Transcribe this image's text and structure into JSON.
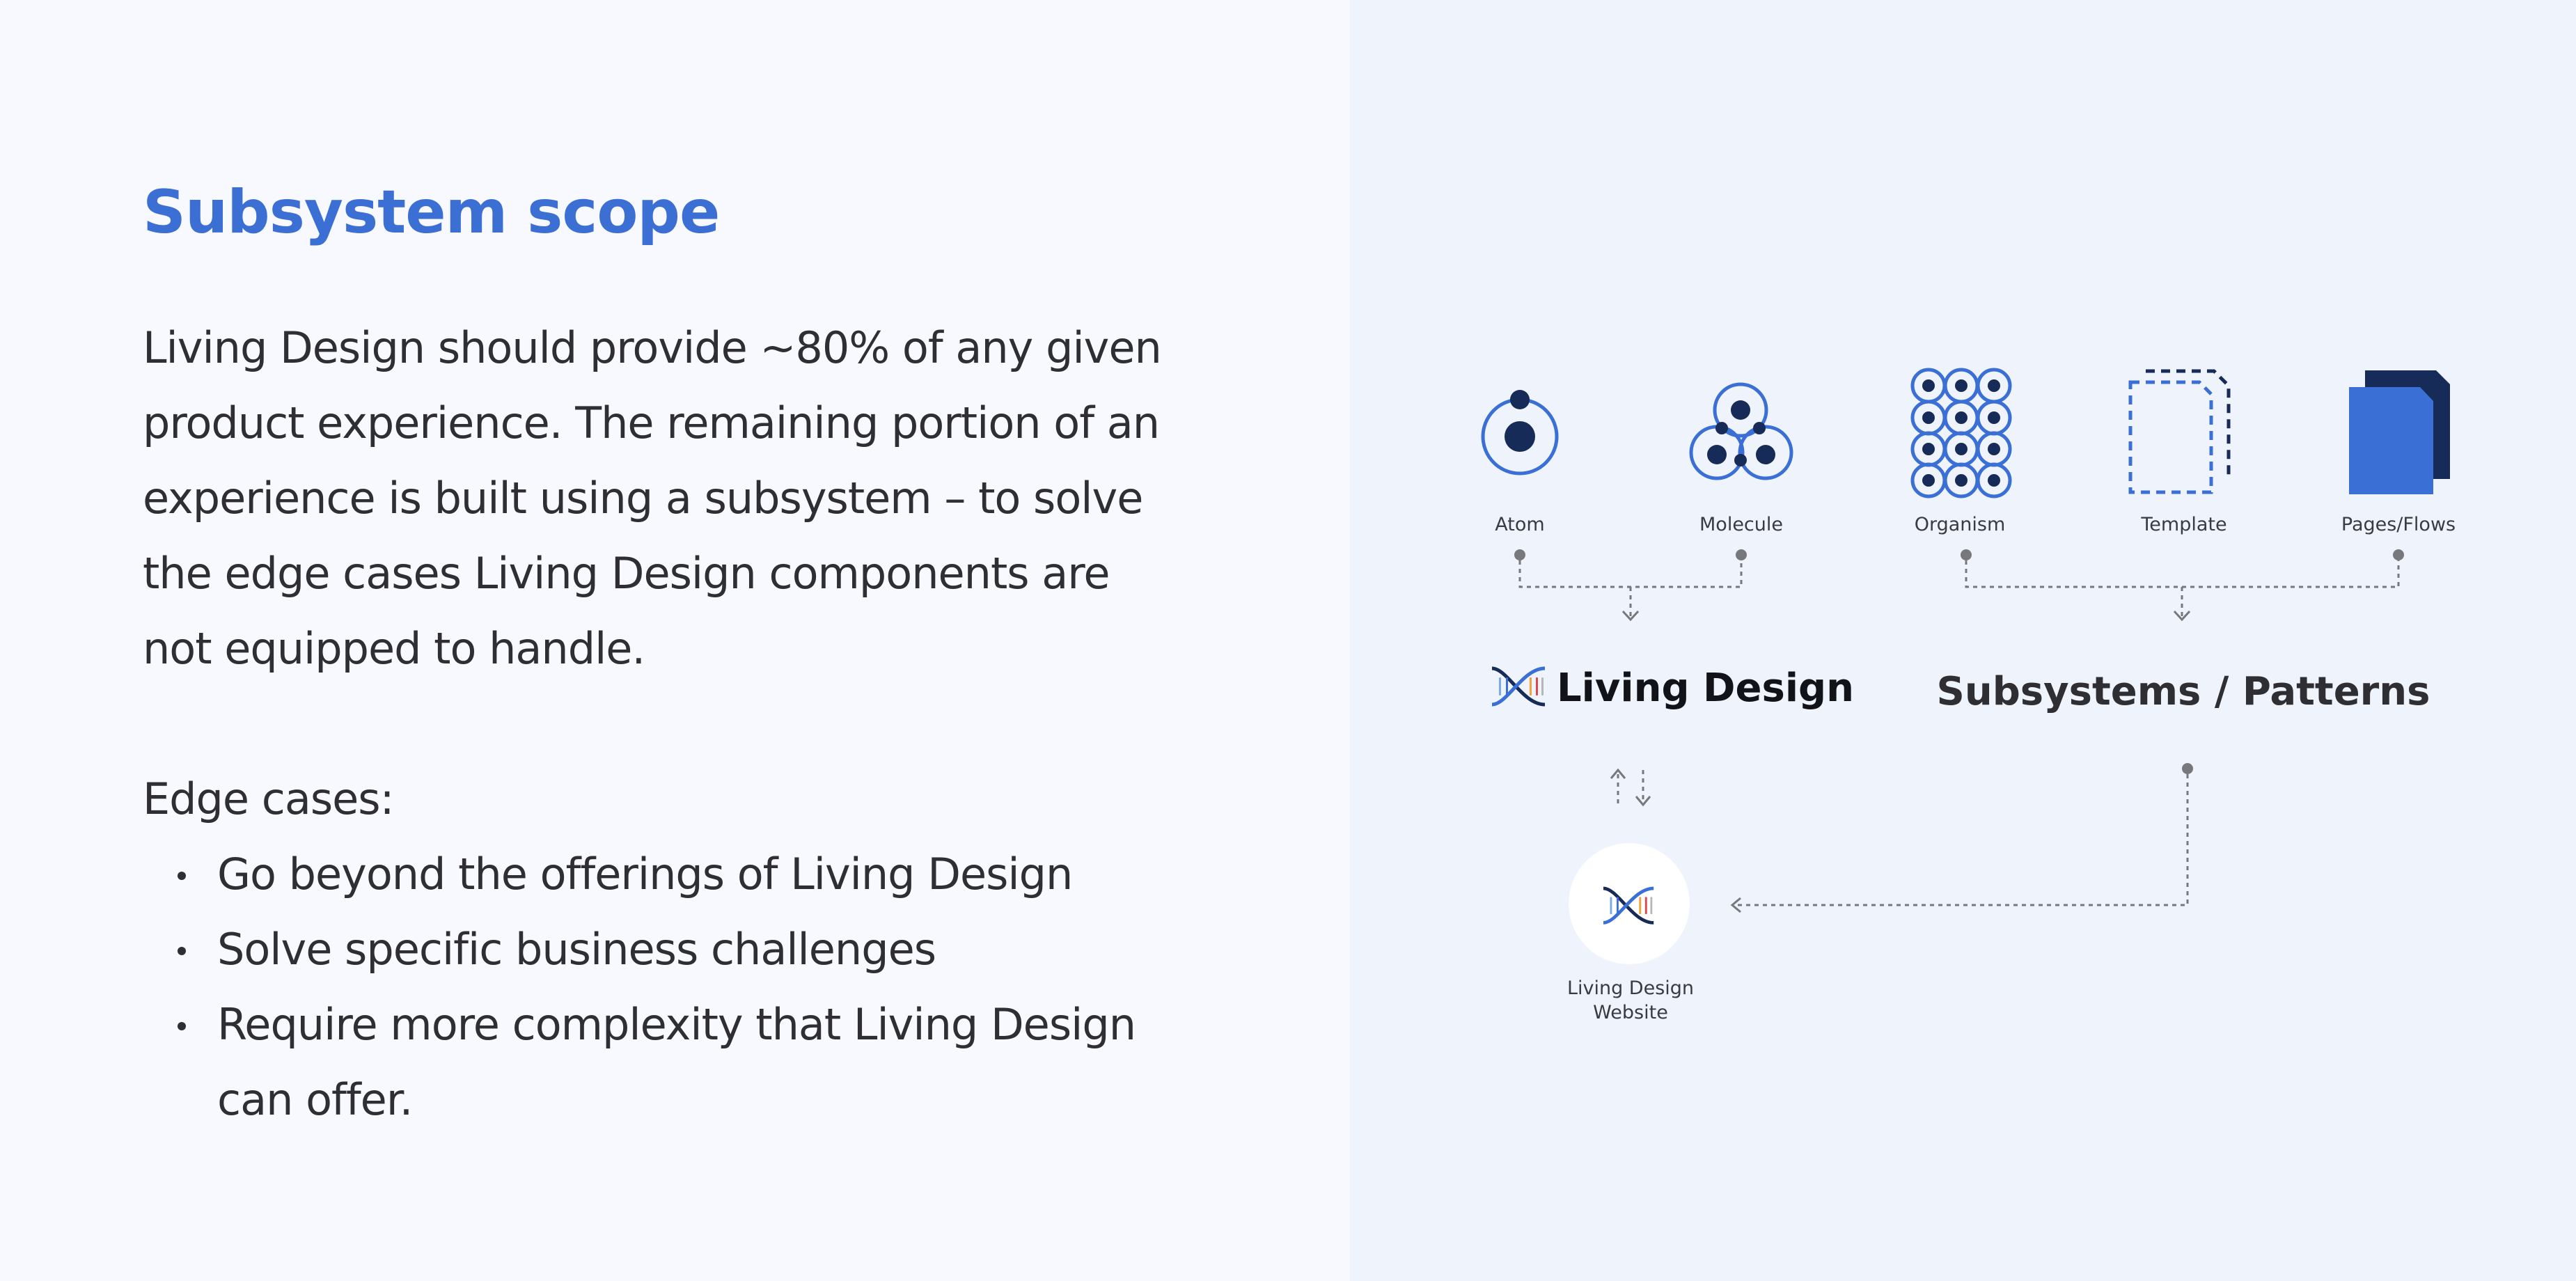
{
  "title": "Subsystem scope",
  "body": "Living Design should provide ~80% of any given product experience. The remaining portion of an experience is built using a subsystem – to solve the edge cases Living Design components are not equipped to handle.",
  "edge_cases": {
    "heading": "Edge cases:",
    "items": [
      "Go beyond the offerings of Living Design",
      "Solve specific business challenges",
      "Require more complexity that Living Design can offer."
    ]
  },
  "diagram": {
    "levels": [
      "Atom",
      "Molecule",
      "Organism",
      "Template",
      "Pages/Flows"
    ],
    "living_design": "Living Design",
    "subsystems": "Subsystems / Patterns",
    "website_lines": [
      "Living Design",
      "Website"
    ]
  },
  "colors": {
    "title_blue": "#3b6fd4",
    "icon_blue": "#3a6fd6",
    "icon_navy": "#162b57",
    "text_dark": "#2e2e33",
    "connector_gray": "#77787c",
    "left_bg": "#f8f9fe",
    "right_bg": "#eff3fc"
  }
}
